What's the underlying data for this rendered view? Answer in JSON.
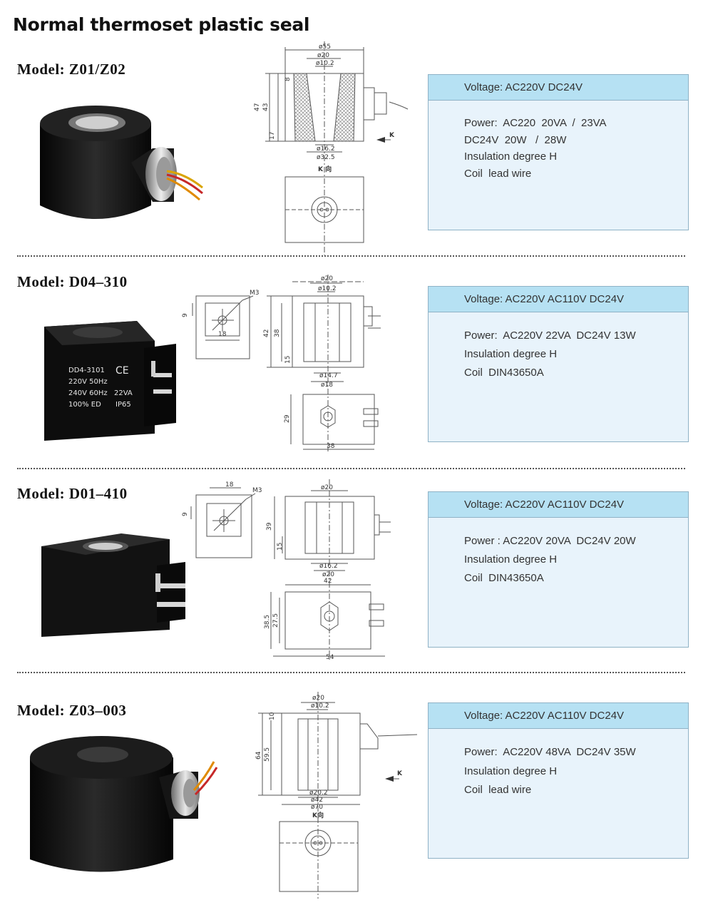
{
  "page": {
    "title": "Normal thermoset plastic seal"
  },
  "models": [
    {
      "label": "Model:  Z01/Z02",
      "voltage": "Voltage:  AC220V  DC24V",
      "specs": [
        "Power:  AC220  20VA  /  23VA",
        "DC24V  20W   /  28W",
        "Insulation degree H",
        "Coil  lead wire"
      ],
      "dims": {
        "outer": "ø55",
        "d20": "ø20",
        "d10": "ø10.2",
        "h47": "47",
        "h43": "43",
        "h8": "8",
        "h17": "17",
        "d16": "ø16.2",
        "d32": "ø32.5",
        "k": "K",
        "kview": "K 向"
      }
    },
    {
      "label": "Model:  D04–310",
      "voltage": "Voltage:  AC220V  AC110V  DC24V",
      "specs": [
        "Power:  AC220V 22VA  DC24V 13W",
        "Insulation degree H",
        "Coil  DIN43650A"
      ],
      "dims": {
        "m3": "M3",
        "w9": "9",
        "w18": "18",
        "d20": "ø20",
        "d10": "ø10.2",
        "h42": "42",
        "h38": "38",
        "h15": "15",
        "d14": "ø14.7",
        "d18": "ø18",
        "h29": "29",
        "w38": "38"
      },
      "photo_text": {
        "model": "DD4-3101",
        "ce": "CE",
        "l1": "220V 50Hz",
        "l2": "240V 60Hz",
        "va": "22VA",
        "ed": "100%  ED",
        "ip": "IP65"
      }
    },
    {
      "label": "Model:  D01–410",
      "voltage": "Voltage:   AC220V  AC110V   DC24V",
      "specs": [
        "Power : AC220V 20VA  DC24V 20W",
        "Insulation degree H",
        "Coil  DIN43650A"
      ],
      "dims": {
        "w18": "18",
        "m3": "M3",
        "w9": "9",
        "d20": "ø20",
        "h39": "39",
        "h15": "15",
        "d16": "ø16.2",
        "d20b": "ø20",
        "w42": "42",
        "h38": "38.5",
        "h27": "27.5",
        "w54": "54"
      }
    },
    {
      "label": "Model:  Z03–003",
      "voltage": "Voltage:  AC220V  AC110V   DC24V",
      "specs": [
        "Power:  AC220V 48VA  DC24V 35W",
        "Insulation degree H",
        "Coil  lead wire"
      ],
      "dims": {
        "d20": "ø20",
        "d10": "ø10.2",
        "h64": "64",
        "h59": "59.5",
        "h10": "10",
        "d20b": "ø20.2",
        "d42": "ø42",
        "d70": "ø70",
        "k": "K",
        "kview": "K向"
      }
    }
  ],
  "colors": {
    "spec_header": "#b6e1f3",
    "spec_body": "#e8f3fb",
    "spec_border": "#8fb2c6",
    "coil_body": "#151515"
  }
}
